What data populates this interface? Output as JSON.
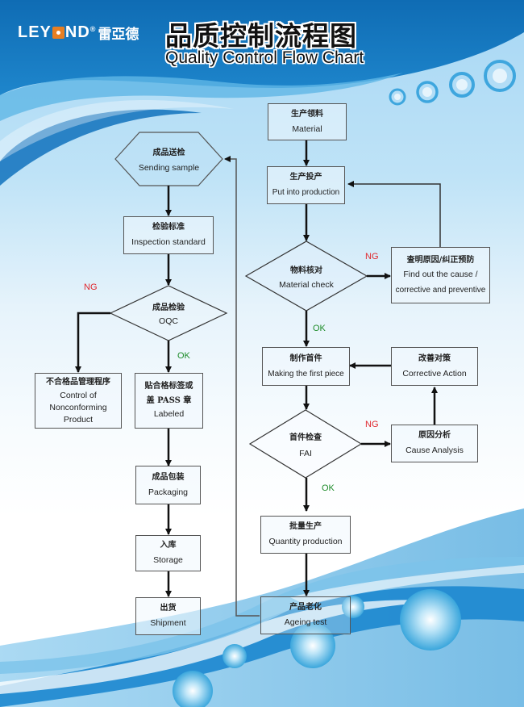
{
  "brand": {
    "logo_text_left": "LEY",
    "logo_text_right": "ND",
    "registered_mark": "®",
    "logo_cn": "雷亞德",
    "accent_orange": "#e67e22"
  },
  "header": {
    "title_cn": "品质控制流程图",
    "title_en": "Quality Control Flow Chart"
  },
  "colors": {
    "dark_blue": "#0a6fb8",
    "light_blue": "#a7d7f4",
    "ng": "#e0282e",
    "ok": "#1e8c2a"
  },
  "left_flow": {
    "sending_sample": {
      "cn": "成品送检",
      "en": "Sending sample"
    },
    "inspection_standard": {
      "cn": "检验标准",
      "en": "Inspection standard"
    },
    "oqc": {
      "cn": "成品检验",
      "en": "OQC"
    },
    "nonconforming": {
      "cn": "不合格品管理程序",
      "en_line1": "Control of",
      "en_line2": "Nonconforming",
      "en_line3": "Product"
    },
    "labeled": {
      "cn_line1": "贴合格标签或",
      "cn_line2": "盖 PASS 章",
      "en": "Labeled"
    },
    "packaging": {
      "cn": "成品包装",
      "en": "Packaging"
    },
    "storage": {
      "cn": "入库",
      "en": "Storage"
    },
    "shipment": {
      "cn": "出货",
      "en": "Shipment"
    },
    "ng_label": "NG",
    "ok_label": "OK"
  },
  "right_flow": {
    "material": {
      "cn": "生产领料",
      "en": "Material"
    },
    "put_into_production": {
      "cn": "生产投产",
      "en": "Put into production"
    },
    "material_check": {
      "cn": "物料核对",
      "en": "Material check"
    },
    "find_cause": {
      "cn": "查明原因/纠正预防",
      "en_line1": "Find out the cause /",
      "en_line2": "corrective and preventive"
    },
    "first_piece": {
      "cn": "制作首件",
      "en": "Making the first piece"
    },
    "corrective_action": {
      "cn": "改善对策",
      "en": "Corrective Action"
    },
    "fai": {
      "cn": "首件检查",
      "en": "FAI"
    },
    "cause_analysis": {
      "cn": "原因分析",
      "en": "Cause Analysis"
    },
    "quantity_production": {
      "cn": "批量生产",
      "en": "Quantity production"
    },
    "ageing_test": {
      "cn": "产品老化",
      "en": "Ageing test"
    },
    "ng_label_1": "NG",
    "ok_label_1": "OK",
    "ng_label_2": "NG",
    "ok_label_2": "OK"
  }
}
